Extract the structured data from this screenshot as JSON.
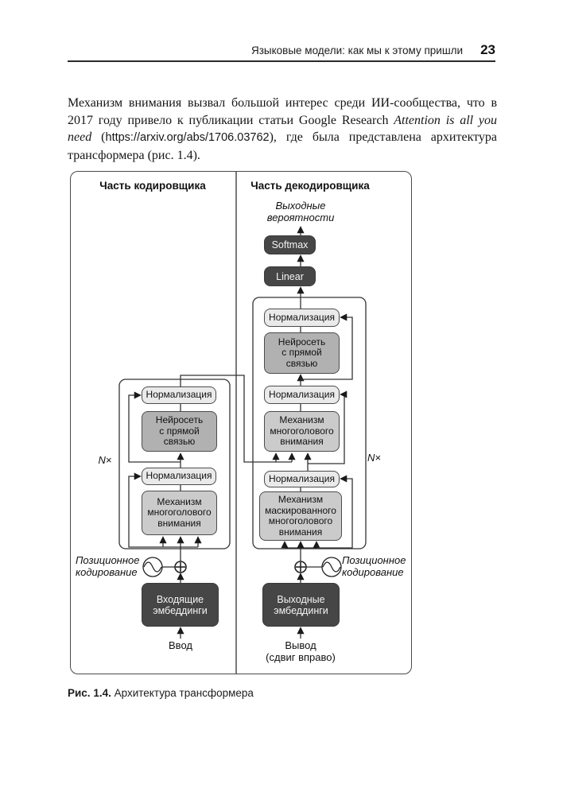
{
  "header": {
    "title": "Языковые модели: как мы к этому пришли",
    "page_number": "23"
  },
  "paragraph": {
    "part1": "Механизм внимания вызвал большой интерес среди ИИ-сообщества, что в 2017 году привело к публикации статьи Google Research ",
    "part2_italic": "Attention is all you need",
    "part3": " (",
    "url": "https://arxiv.org/abs/1706.03762",
    "part4": "), где была представлена архитектура трансформера (рис. 1.4)."
  },
  "diagram": {
    "encoder": {
      "header": "Часть кодировщика",
      "n_times": "N×",
      "norm_top": "Нормализация",
      "ffn": "Нейросеть\nс прямой\nсвязью",
      "norm_bottom": "Нормализация",
      "attention": "Механизм\nмногоголового\nвнимания",
      "pos_encoding": "Позиционное\nкодирование",
      "embeddings": "Входящие\nэмбеддинги",
      "input_label": "Ввод"
    },
    "decoder": {
      "header": "Часть декодировщика",
      "n_times": "N×",
      "output_probs": "Выходные\nвероятности",
      "softmax": "Softmax",
      "linear": "Linear",
      "norm_top": "Нормализация",
      "ffn": "Нейросеть\nс прямой\nсвязью",
      "norm_mid": "Нормализация",
      "cross_attention": "Механизм\nмногоголового\nвнимания",
      "norm_bottom": "Нормализация",
      "masked_attention": "Механизм\nмаскированного\nмногоголового\nвнимания",
      "pos_encoding": "Позиционное\nкодирование",
      "embeddings": "Выходные\nэмбеддинги",
      "output_label": "Вывод\n(сдвиг вправо)"
    },
    "colors": {
      "dark_box": "#464646",
      "ffn_box": "#b1b1b1",
      "attention_box": "#cbcbcb",
      "norm_box": "#eaeaea",
      "line": "#333333"
    }
  },
  "caption": {
    "label": "Рис. 1.4.",
    "text": "Архитектура трансформера"
  }
}
